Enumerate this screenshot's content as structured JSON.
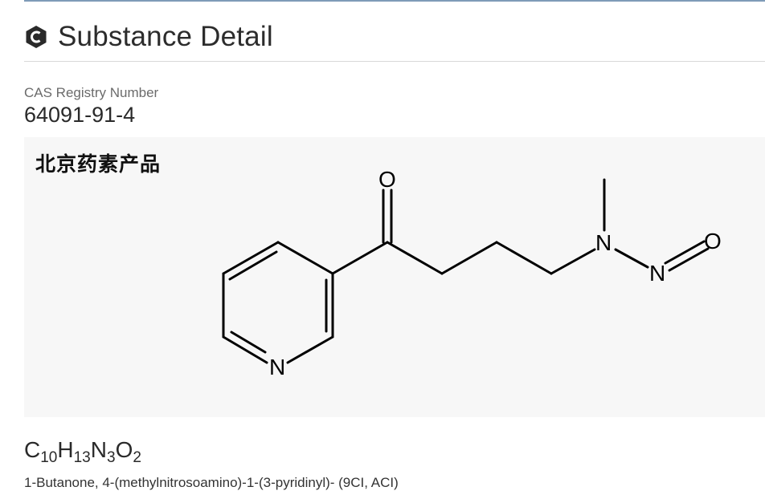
{
  "header": {
    "title": "Substance Detail",
    "logo_icon": "cas-hexagon-logo-icon"
  },
  "cas": {
    "label": "CAS Registry Number",
    "value": "64091-91-4"
  },
  "structure": {
    "watermark": "北京药素产品",
    "atoms": {
      "o_carbonyl": "O",
      "n_amine": "N",
      "n_nitroso": "N",
      "o_nitroso": "O",
      "n_pyridine": "N"
    }
  },
  "formula": {
    "parts": [
      "C",
      "10",
      "H",
      "13",
      "N",
      "3",
      "O",
      "2"
    ]
  },
  "index_name": "1-Butanone, 4-(methylnitrosoamino)-1-(3-pyridinyl)- (9CI, ACI)"
}
